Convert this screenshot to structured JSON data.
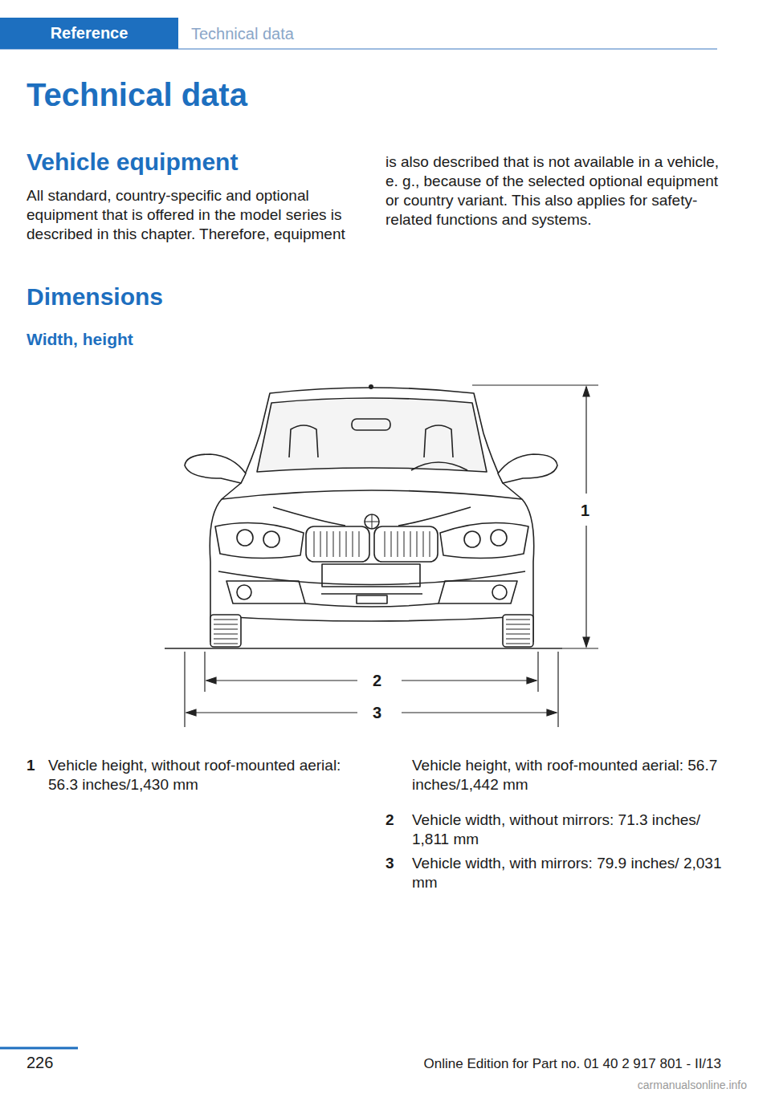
{
  "diagram": {
    "title": "Technical data",
    "nodes": [
      {
        "text": [
          "Reference"
        ]
      }
    ],
    "labels": [
      "Technical data",
      "Vehicle equipment",
      "All standard, country-specific and optional equipment that is offered in the model series is described in this chapter. Therefore, equipment",
      "is also described that is not available in a vehicle, e. g., because of the selected optional equipment or country variant. This also applies for safety-related functions and systems.",
      "Dimensions",
      "Width, height",
      "1",
      "2",
      "3",
      "1",
      "Vehicle height, without roof-mounted aerial: 56.3 inches/1,430 mm",
      "Vehicle height, with roof-mounted aerial: 56.7 inches/1,442 mm",
      "2",
      "Vehicle width, without mirrors: 71.3 inches/ 1,811 mm",
      "3",
      "Vehicle width, with mirrors: 79.9 inches/ 2,031 mm",
      "226",
      "Online Edition for Part no. 01 40 2 917 801 - II/13",
      "carmanualsonline.info"
    ]
  }
}
